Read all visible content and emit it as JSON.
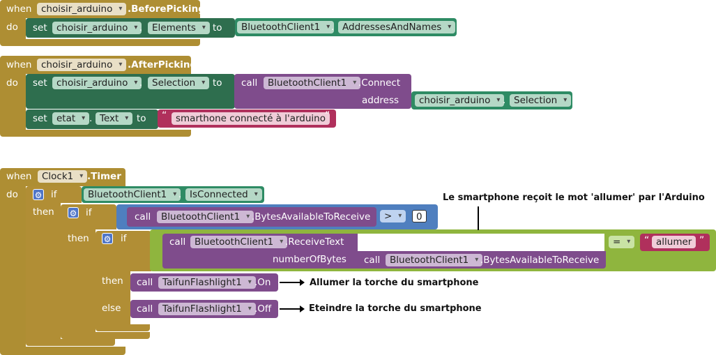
{
  "kw": {
    "when": "when",
    "do": "do",
    "set": "set",
    "to": "to",
    "call": "call",
    "if": "if",
    "then": "then",
    "else": "else",
    "address": "address",
    "numberOfBytes": "numberOfBytes"
  },
  "block1": {
    "component": "choisir_arduino",
    "event": ".BeforePicking",
    "set_component": "choisir_arduino",
    "set_prop": "Elements",
    "bt_component": "BluetoothClient1",
    "bt_prop": "AddressesAndNames"
  },
  "block2": {
    "component": "choisir_arduino",
    "event": ".AfterPicking",
    "set_component": "choisir_arduino",
    "set_prop": "Selection",
    "call_component": "BluetoothClient1",
    "call_method": ".Connect",
    "addr_component": "choisir_arduino",
    "addr_prop": "Selection",
    "set2_component": "etat",
    "set2_prop": "Text",
    "string": "smarthone connecté à l'arduino"
  },
  "block3": {
    "component": "Clock1",
    "event": ".Timer",
    "if1_component": "BluetoothClient1",
    "if1_prop": "IsConnected",
    "if2_component": "BluetoothClient1",
    "if2_method": ".BytesAvailableToReceive",
    "compare_op": ">",
    "compare_value": "0",
    "if3_component": "BluetoothClient1",
    "if3_method": ".ReceiveText",
    "if3_nb_component": "BluetoothClient1",
    "if3_nb_method": ".BytesAvailableToReceive",
    "eq_op": "=",
    "eq_string": "allumer",
    "on_component": "TaifunFlashlight1",
    "on_method": ".On",
    "off_component": "TaifunFlashlight1",
    "off_method": ".Off"
  },
  "dot": ".",
  "quote_open": "“",
  "quote_close": "”",
  "annotations": {
    "receive": "Le smartphone reçoit le mot 'allumer' par l'Arduino",
    "on": "Allumer la torche du smartphone",
    "off": "Eteindre la torche du smartphone"
  },
  "colors": {
    "event": "#AE8E33",
    "bluetooth_prop": "#2E8B64",
    "setter": "#2E6E4E",
    "call": "#7F4C8C",
    "text": "#B0305C",
    "math": "#4F7FBF",
    "logic": "#8FB53E"
  },
  "icons": {
    "mutator": "gear-icon"
  }
}
